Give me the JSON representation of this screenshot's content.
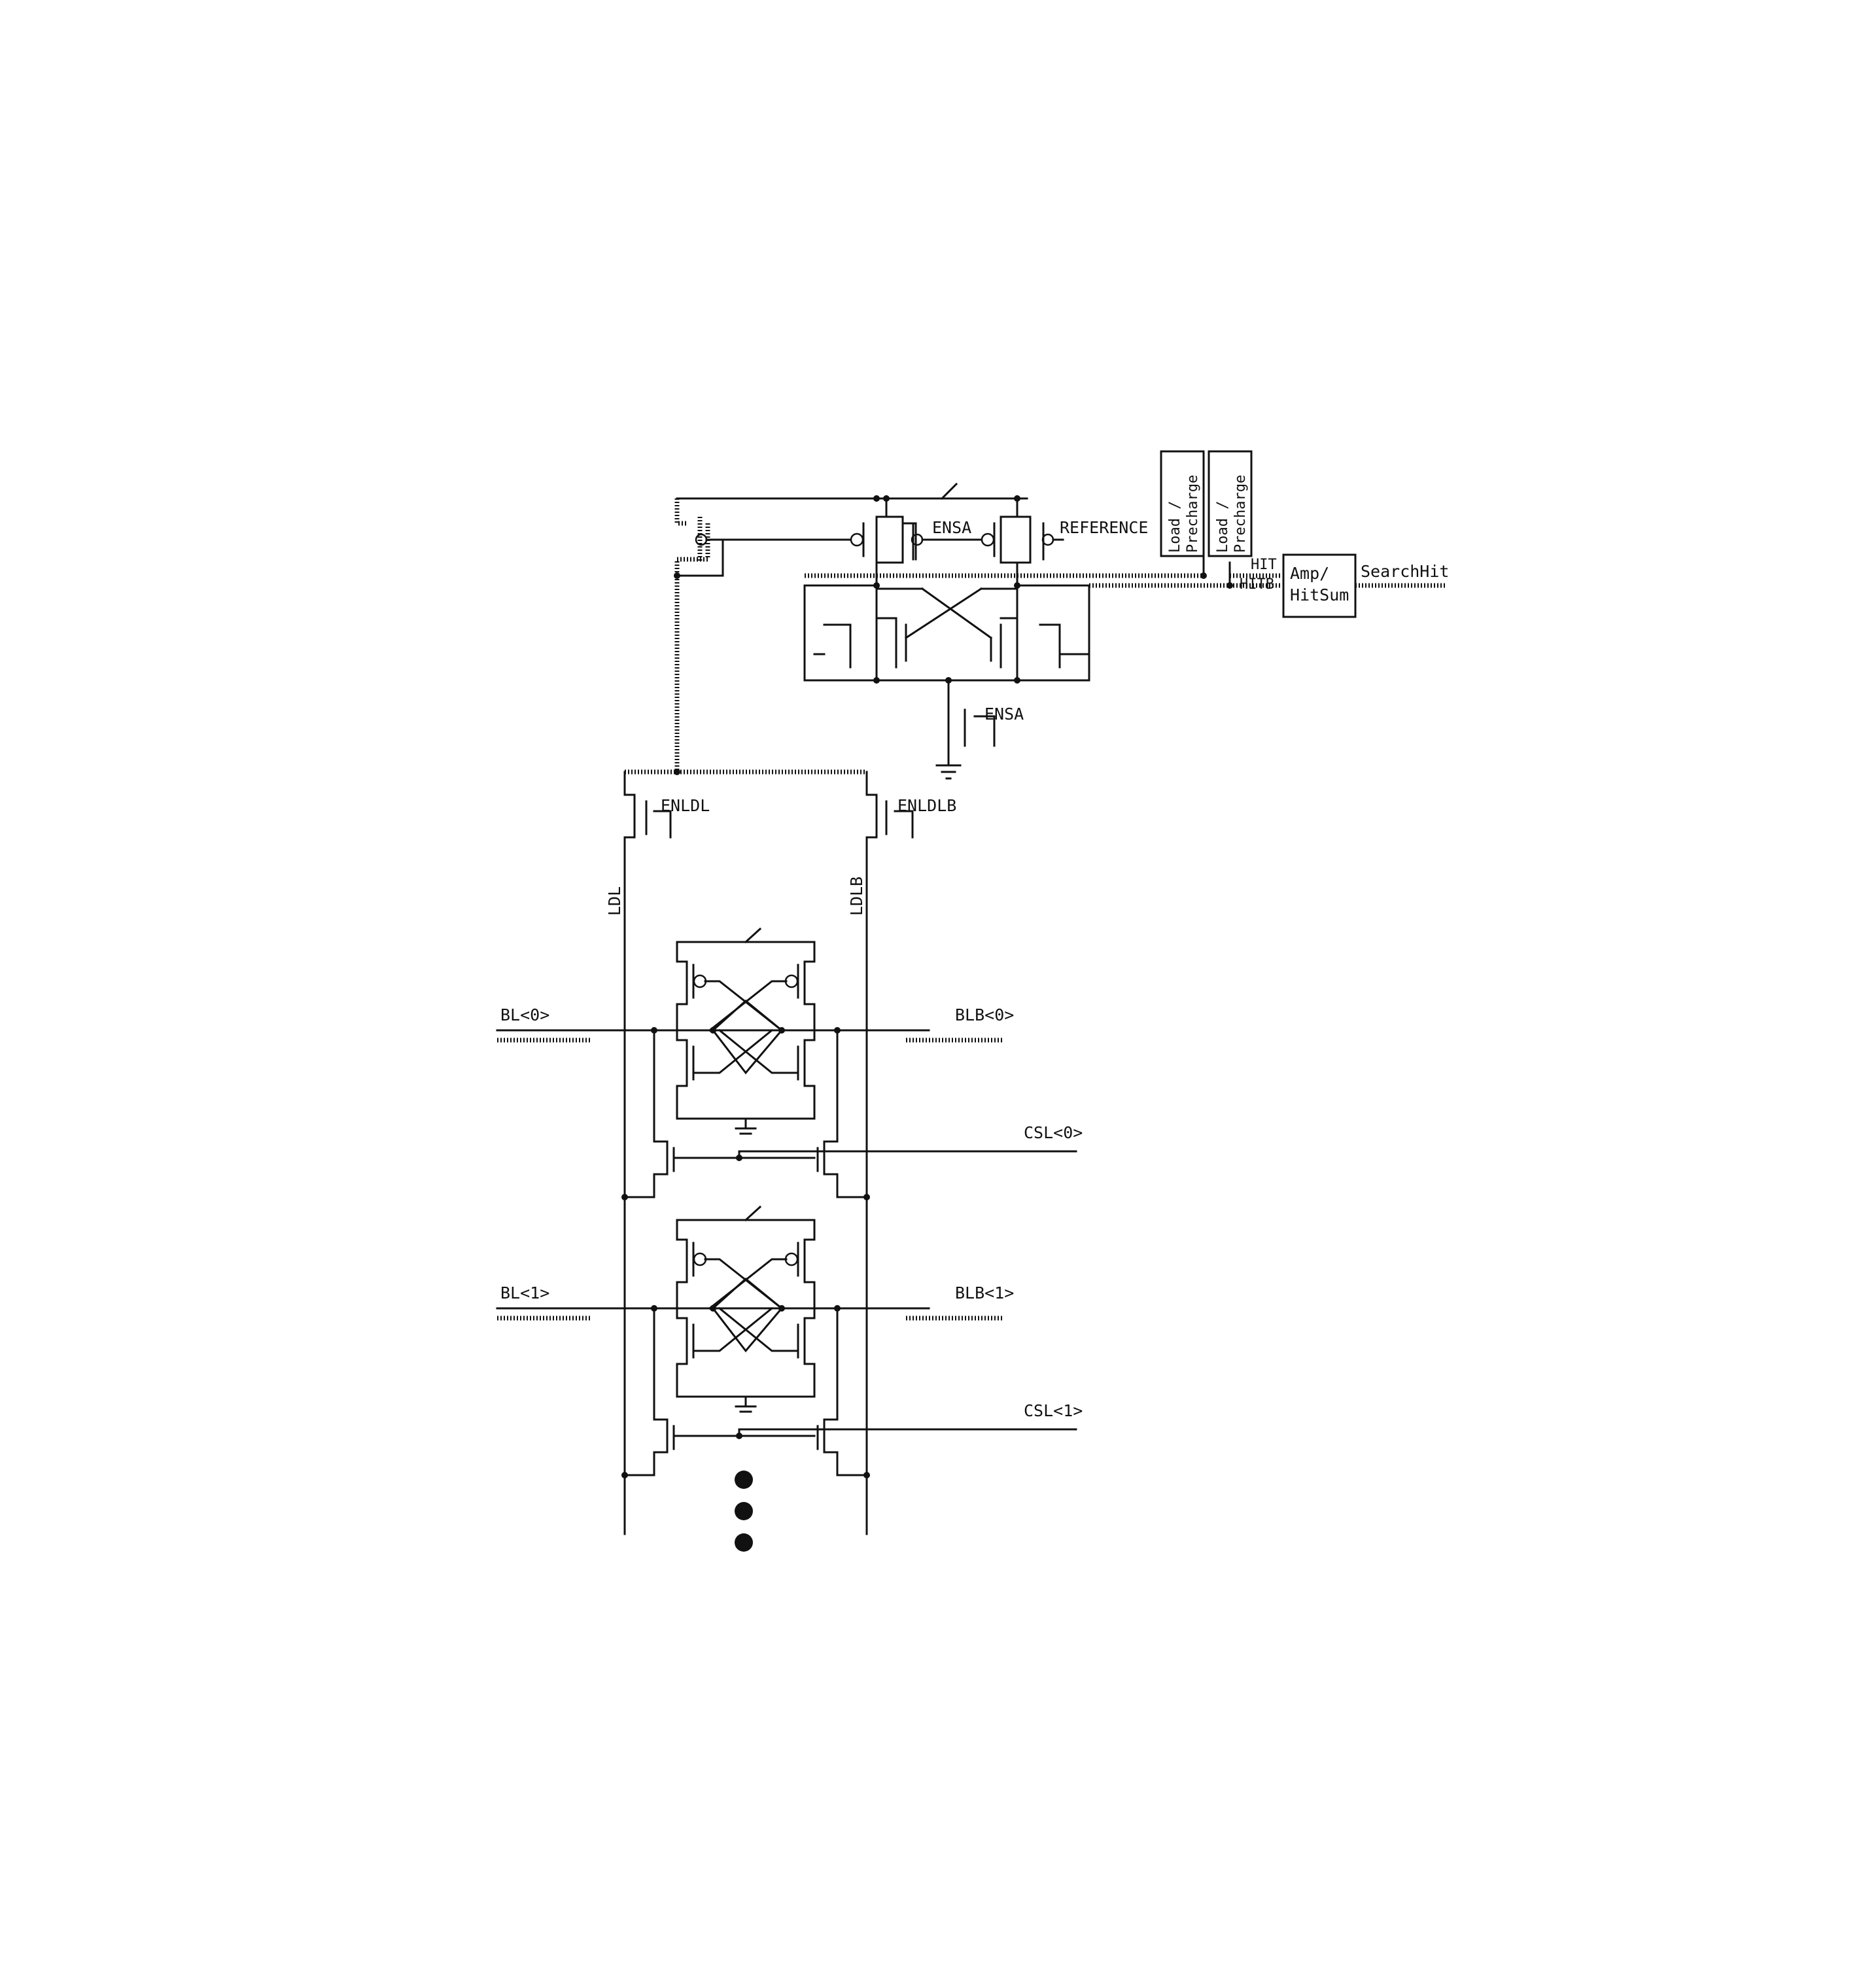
{
  "labels": {
    "ensa_top": "ENSA",
    "reference": "REFERENCE",
    "ensa_bottom": "ENSA",
    "hit": "HIT",
    "hitb": "HITB",
    "amp_line1": "Amp/",
    "amp_line2": "HitSum",
    "search_hit": "SearchHit",
    "load1_line1": "Load /",
    "load1_line2": "Precharge",
    "load2_line1": "Load /",
    "load2_line2": "Precharge",
    "enldl": "ENLDL",
    "enldlb": "ENLDLB",
    "ldl": "LDL",
    "ldlb": "LDLB",
    "bl0": "BL<0>",
    "blb0": "BLB<0>",
    "csl0": "CSL<0>",
    "bl1": "BL<1>",
    "blb1": "BLB<1>",
    "csl1": "CSL<1>"
  },
  "colors": {
    "ink": "#111111",
    "background": "#ffffff"
  }
}
